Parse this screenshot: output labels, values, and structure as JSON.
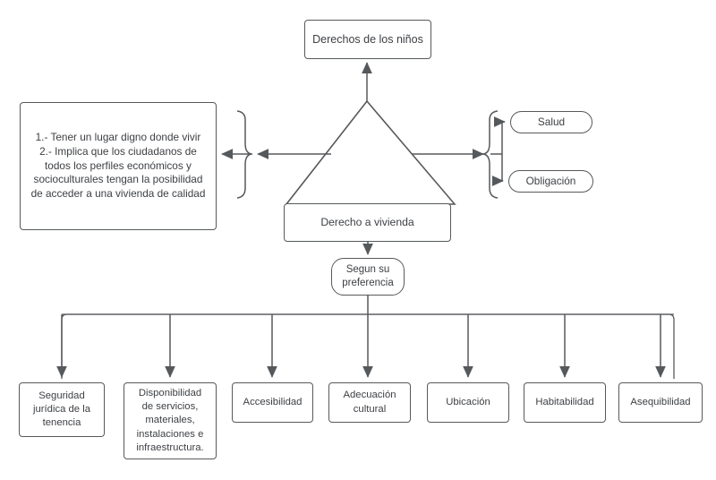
{
  "diagram": {
    "title_node": "Derechos de los niños",
    "center_node": "Derecho a vivienda",
    "criteria_node": "Segun su preferencia",
    "definition_box": "1.-  Tener un lugar digno donde vivir\n2.- Implica que los ciudadanos de\ntodos los perfiles económicos y\nsocioculturales tengan la posibilidad\nde acceder a una vivienda de calidad",
    "right_items": [
      {
        "label": "Salud"
      },
      {
        "label": "Obligación"
      }
    ],
    "leaf_items": [
      {
        "label": "Seguridad\njurídica de la\ntenencia"
      },
      {
        "label": "Disponibilidad\nde servicios,\nmateriales,\ninstalaciones e\ninfraestructura."
      },
      {
        "label": "Accesibilidad"
      },
      {
        "label": "Adecuación\ncultural"
      },
      {
        "label": "Ubicación"
      },
      {
        "label": "Habitabilidad"
      },
      {
        "label": "Asequibilidad"
      }
    ],
    "colors": {
      "stroke": "#56595c",
      "text": "#3c3f43",
      "background": "#ffffff"
    }
  }
}
